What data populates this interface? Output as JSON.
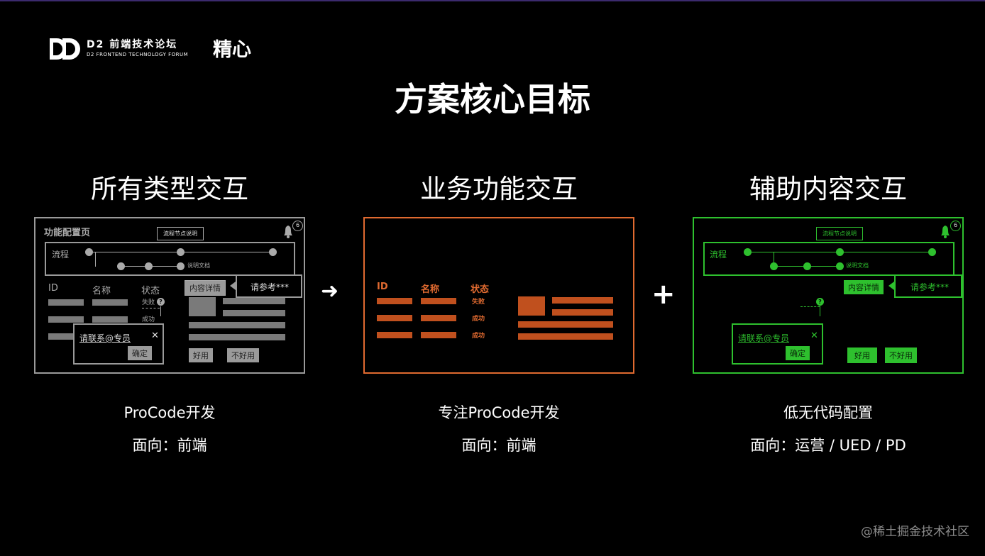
{
  "header": {
    "logo_mark": "DD",
    "logo_name": "D2 前端技术论坛",
    "logo_subtitle": "D2 FRONTEND TECHNOLOGY FORUM",
    "logo_brand": "精心"
  },
  "title": "方案核心目标",
  "columns": [
    {
      "title": "所有类型交互",
      "line1": "ProCode开发",
      "line2": "面向：前端"
    },
    {
      "title": "业务功能交互",
      "line1": "专注ProCode开发",
      "line2": "面向：前端"
    },
    {
      "title": "辅助内容交互",
      "line1": "低无代码配置",
      "line2": "面向：运营 / UED / PD"
    }
  ],
  "gray_panel": {
    "page_title": "功能配置页",
    "badge": "6",
    "tooltip": "流程节点说明",
    "flow_label": "流程",
    "doc_label": "说明文档",
    "col_id": "ID",
    "col_name": "名称",
    "col_status": "状态",
    "status_fail": "失败",
    "status_success": "成功",
    "help_mark": "?",
    "detail_btn": "内容详情",
    "ref_popup": "请参考***",
    "contact_text": "请联系@专员",
    "close": "✕",
    "confirm": "确定",
    "good": "好用",
    "bad": "不好用"
  },
  "orange_panel": {
    "col_id": "ID",
    "col_name": "名称",
    "col_status": "状态",
    "status_fail": "失败",
    "status_success_1": "成功",
    "status_success_2": "成功"
  },
  "green_panel": {
    "badge": "6",
    "tooltip": "流程节点说明",
    "flow_label": "流程",
    "doc_label": "说明文档",
    "detail_btn": "内容详情",
    "ref_popup": "请参考***",
    "help_mark": "?",
    "contact_text": "请联系@专员",
    "close": "✕",
    "confirm": "确定",
    "good": "好用",
    "bad": "不好用"
  },
  "connectors": {
    "arrow": "➜",
    "plus": "+"
  },
  "watermark": "@稀土掘金技术社区",
  "colors": {
    "gray": "#9a9a9a",
    "orange": "#e06a30",
    "green": "#2ec02e",
    "background": "#000000"
  }
}
